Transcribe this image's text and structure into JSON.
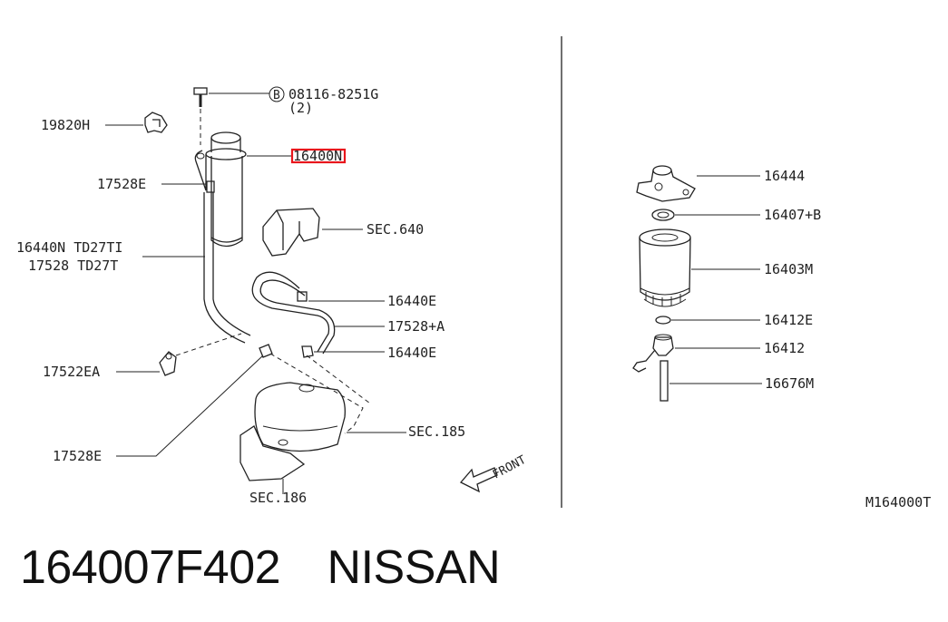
{
  "labels": {
    "bolt": "08116-8251G",
    "bolt_qty": "(2)",
    "bolt_mark": "B",
    "clip": "19820H",
    "tank": "16400N",
    "hose_top": "17528E",
    "hose_model_1": "16440N TD27TI",
    "hose_model_2": "17528 TD27T",
    "sec640": "SEC.640",
    "clamp_a": "16440E",
    "hose_a": "17528+A",
    "clamp_b": "16440E",
    "clip_lower": "17522EA",
    "hose_lower": "17528E",
    "sec185": "SEC.185",
    "sec186": "SEC.186",
    "front": "FRONT",
    "f_head": "16444",
    "f_ring": "16407+B",
    "f_filter": "16403M",
    "f_oring": "16412E",
    "f_sensor": "16412",
    "f_tube": "16676M",
    "diagram_code": "M164000T"
  },
  "highlight_color": "#e8161c",
  "caption": {
    "part_number": "164007F402",
    "brand": "NISSAN"
  }
}
